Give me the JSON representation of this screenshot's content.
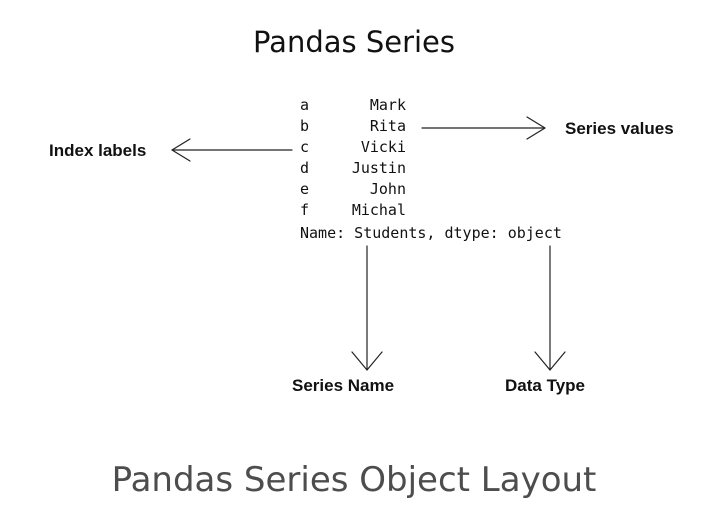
{
  "title": "Pandas Series",
  "series": {
    "rows": [
      {
        "index": "a",
        "value": "Mark"
      },
      {
        "index": "b",
        "value": "Rita"
      },
      {
        "index": "c",
        "value": "Vicki"
      },
      {
        "index": "d",
        "value": "Justin"
      },
      {
        "index": "e",
        "value": "John"
      },
      {
        "index": "f",
        "value": "Michal"
      }
    ],
    "footer": "Name: Students, dtype: object"
  },
  "callouts": {
    "index_labels": "Index labels",
    "series_values": "Series values",
    "series_name": "Series Name",
    "data_type": "Data Type"
  },
  "caption": "Pandas Series Object Layout"
}
